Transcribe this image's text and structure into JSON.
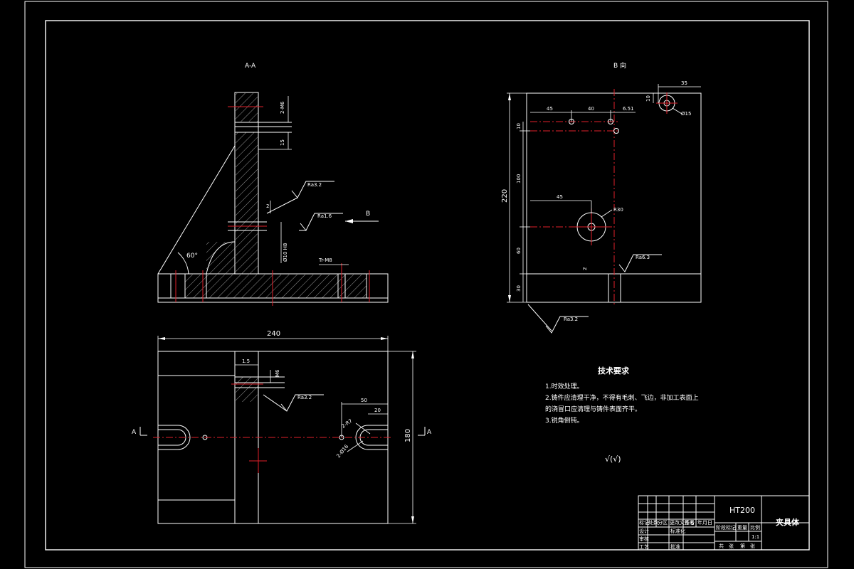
{
  "views": {
    "section_label": "A-A",
    "direction_label": "B 向",
    "view_arrow_label": "B",
    "cut_mark_a": "A"
  },
  "section_dims": {
    "d_top1": "2-M6",
    "d_top2": "15",
    "d_depth2": "2",
    "d_hole": "Ø10 H8",
    "thread": "Tr-M8",
    "angle": "60°"
  },
  "surface_finish": {
    "ra32_a": "Ra3.2",
    "ra16": "Ra1.6",
    "ra32_b": "Ra3.2",
    "ra32_c": "Ra3.2",
    "ra63": "Ra6.3"
  },
  "bview_dims": {
    "w35": "35",
    "h10a": "10",
    "phi15": "Ø15",
    "w45a": "45",
    "w40": "40",
    "w651": "6.51",
    "h10b": "10",
    "h100": "100",
    "h220": "220",
    "w45b": "45",
    "r30": "R30",
    "h60": "60",
    "h2": "2",
    "h30": "30"
  },
  "plan_dims": {
    "w240": "240",
    "w15": "1.5",
    "d_m6": "M6",
    "w50": "50",
    "w20": "20",
    "h180": "180",
    "r2": "2-R7",
    "r3": "2-Ø16"
  },
  "tech_requirements": {
    "heading": "技术要求",
    "item1": "1.时效处理。",
    "item2a": "2.铸件应清理干净，不得有毛刺、飞边，非加工表面上",
    "item2b": "的浇冒口应清理与铸件表面齐平。",
    "item3": "3.锐角倒钝。",
    "general_finish": "√(√)"
  },
  "title_block": {
    "material": "HT200",
    "part_name": "夹具体",
    "scale": "1:1",
    "row1": [
      "标记",
      "处数",
      "分区",
      "更改文件号",
      "签名",
      "年月日"
    ],
    "row2": [
      "设计",
      "标准化"
    ],
    "row3": [
      "审核"
    ],
    "row4": [
      "工艺",
      "批准"
    ],
    "stage_headers": [
      "阶段标记",
      "重量",
      "比例"
    ],
    "sheet": [
      "共",
      "张",
      "第",
      "张"
    ]
  }
}
